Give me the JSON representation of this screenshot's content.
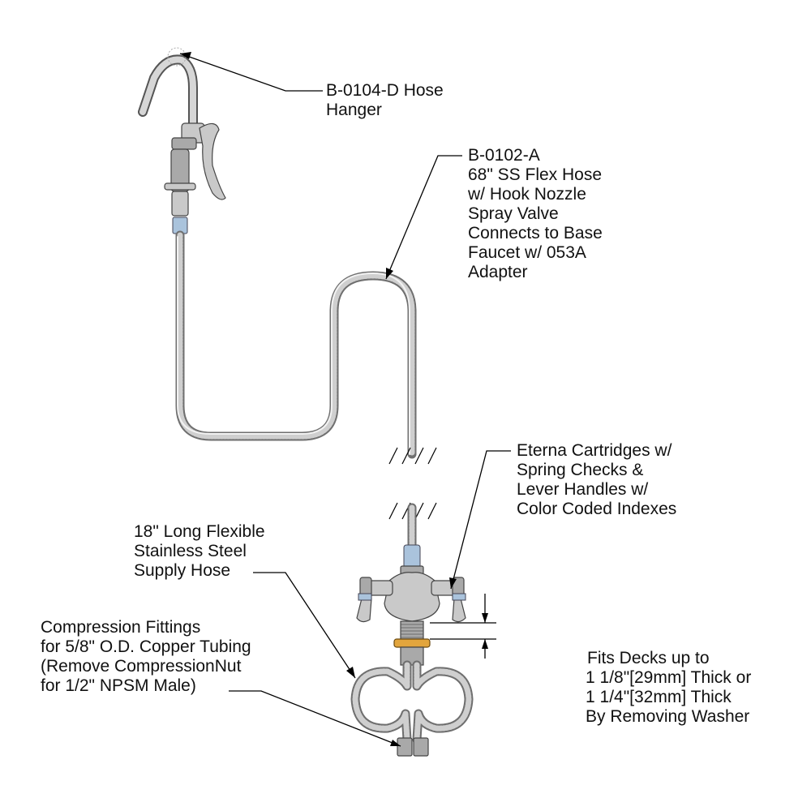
{
  "labels": {
    "hose_hanger": [
      "B-0104-D Hose",
      "Hanger"
    ],
    "flex_hose": [
      "B-0102-A",
      "68\" SS Flex Hose",
      "w/ Hook Nozzle",
      "Spray Valve",
      "Connects to Base",
      "Faucet w/ 053A",
      "Adapter"
    ],
    "cartridges": [
      "Eterna Cartridges w/",
      "Spring Checks &",
      "Lever Handles w/",
      "Color Coded Indexes"
    ],
    "supply_hose": [
      "18\" Long Flexible",
      "Stainless Steel",
      "Supply Hose"
    ],
    "compression": [
      "Compression Fittings",
      "for 5/8\" O.D. Copper Tubing",
      "(Remove CompressionNut",
      "for 1/2\" NPSM Male)"
    ],
    "deck": [
      "Fits Decks up to",
      "1 1/8\"[29mm] Thick or",
      "1 1/4\"[32mm] Thick",
      "By Removing Washer"
    ]
  },
  "colors": {
    "hose": "#6f6f6f",
    "metal": "#c9c9c9",
    "washer": "#e2a53d",
    "index": "#aac3dc"
  }
}
